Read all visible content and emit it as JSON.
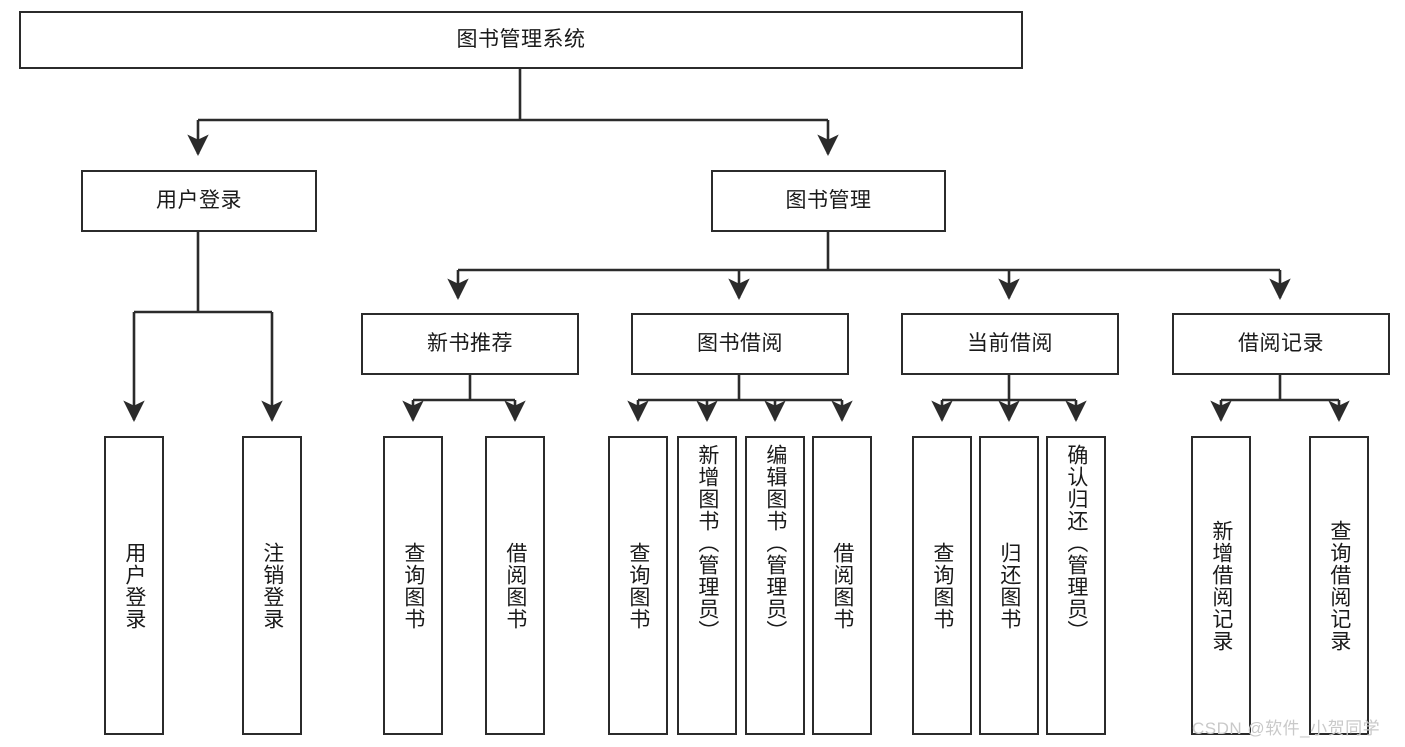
{
  "diagram": {
    "title": "图书管理系统",
    "type": "tree-hierarchy-diagram",
    "watermark": "CSDN @软件_小贺同学",
    "colors": {
      "stroke": "#2b2b2b",
      "fill": "#ffffff",
      "text": "#1a1a1a",
      "watermark": "#c9c9c9"
    },
    "nodes": {
      "root": {
        "label": "图书管理系统",
        "level": 1
      },
      "l2": [
        {
          "id": "user-login",
          "label": "用户登录",
          "level": 2
        },
        {
          "id": "book-management",
          "label": "图书管理",
          "level": 2
        }
      ],
      "l3": [
        {
          "id": "new-book-recommend",
          "label": "新书推荐",
          "level": 3,
          "parent": "book-management"
        },
        {
          "id": "book-borrow",
          "label": "图书借阅",
          "level": 3,
          "parent": "book-management"
        },
        {
          "id": "current-borrow",
          "label": "当前借阅",
          "level": 3,
          "parent": "book-management"
        },
        {
          "id": "borrow-record",
          "label": "借阅记录",
          "level": 3,
          "parent": "book-management"
        }
      ],
      "leaves": [
        {
          "id": "leaf-user-login",
          "label": "用户登录",
          "parent": "user-login"
        },
        {
          "id": "leaf-logout-login",
          "label": "注销登录",
          "parent": "user-login"
        },
        {
          "id": "leaf-query-book-rec",
          "label": "查询图书",
          "parent": "new-book-recommend"
        },
        {
          "id": "leaf-borrow-book-rec",
          "label": "借阅图书",
          "parent": "new-book-recommend"
        },
        {
          "id": "leaf-query-book-borrow",
          "label": "查询图书",
          "parent": "book-borrow"
        },
        {
          "id": "leaf-add-book",
          "label": "新增图书（管理员）",
          "parent": "book-borrow"
        },
        {
          "id": "leaf-edit-book",
          "label": "编辑图书（管理员）",
          "parent": "book-borrow"
        },
        {
          "id": "leaf-borrow-book",
          "label": "借阅图书",
          "parent": "book-borrow"
        },
        {
          "id": "leaf-query-book-cur",
          "label": "查询图书",
          "parent": "current-borrow"
        },
        {
          "id": "leaf-return-book",
          "label": "归还图书",
          "parent": "current-borrow"
        },
        {
          "id": "leaf-confirm-return",
          "label": "确认归还（管理员）",
          "parent": "current-borrow"
        },
        {
          "id": "leaf-add-record",
          "label": "新增借阅记录",
          "parent": "borrow-record"
        },
        {
          "id": "leaf-query-record",
          "label": "查询借阅记录",
          "parent": "borrow-record"
        }
      ]
    }
  }
}
